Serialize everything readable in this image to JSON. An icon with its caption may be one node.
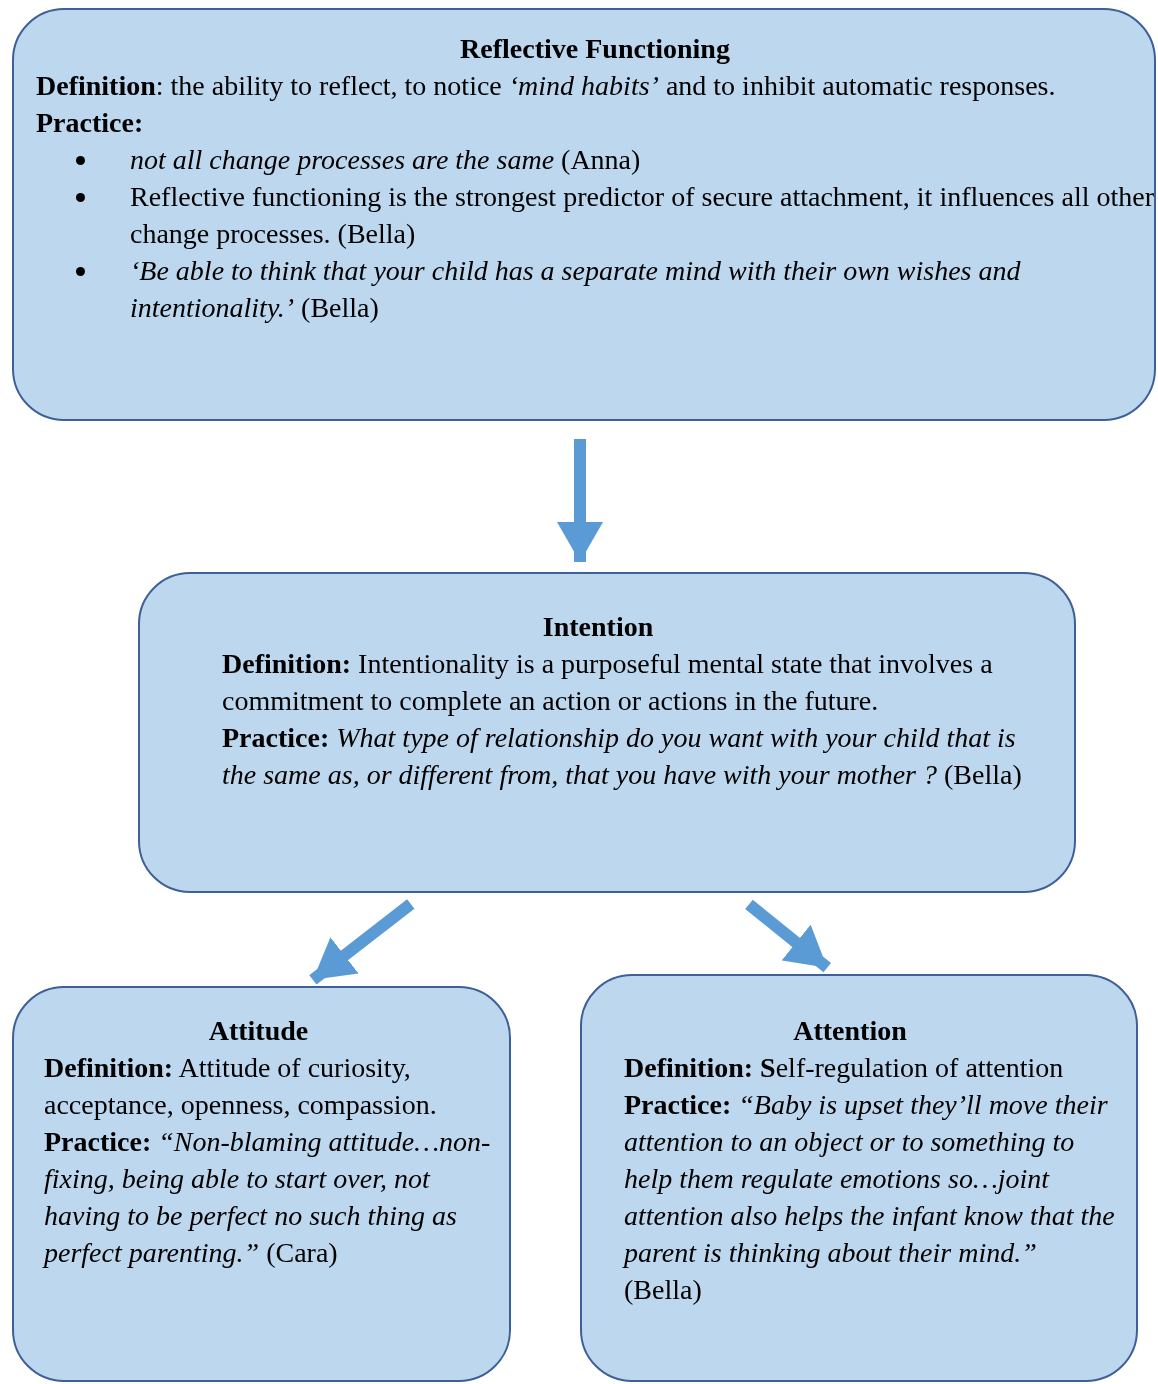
{
  "diagram": {
    "nodes": [
      {
        "text": [
          "Reflective Functioning",
          "**Definition**:  the ability to reflect, to notice *‘mind habits’* and to inhibit automatic responses.",
          "Practice:",
          "*not all change processes are the same* (Anna)",
          "Reflective functioning is the strongest predictor of secure attachment, it influences all other change processes. (Bella)",
          "*‘Be able to think that your child has a separate mind with their own wishes and intentionality.’* (Bella)"
        ]
      },
      {
        "text": [
          "Intention",
          "**Definition:**  Intentionality is a purposeful mental state that involves a commitment to complete an action or actions in the future.",
          "**Practice:**  *What type of relationship do you want with your child that is the same as, or different from, that you have with your mother ?*  (Bella)"
        ]
      },
      {
        "text": [
          "Attitude",
          "**Definition:**  Attitude of curiosity, acceptance, openness, compassion.",
          "**Practice:**  *“Non-blaming attitude…non-fixing, being able to start over, not having to be perfect no such thing as perfect parenting.”* (Cara)"
        ]
      },
      {
        "text": [
          "Attention",
          "**Definition:**  **S**elf-regulation of attention",
          "**Practice:**  *“Baby is upset they’ll move their attention to an object or to something to help them regulate emotions so…joint attention also helps the infant know that the parent is thinking about their mind.”* (Bella)"
        ]
      }
    ],
    "edges": [
      {
        "from": 0,
        "to": 1,
        "arrow": "to"
      },
      {
        "from": 1,
        "to": 2,
        "arrow": "to"
      },
      {
        "from": 1,
        "to": 3,
        "arrow": "to"
      }
    ]
  }
}
